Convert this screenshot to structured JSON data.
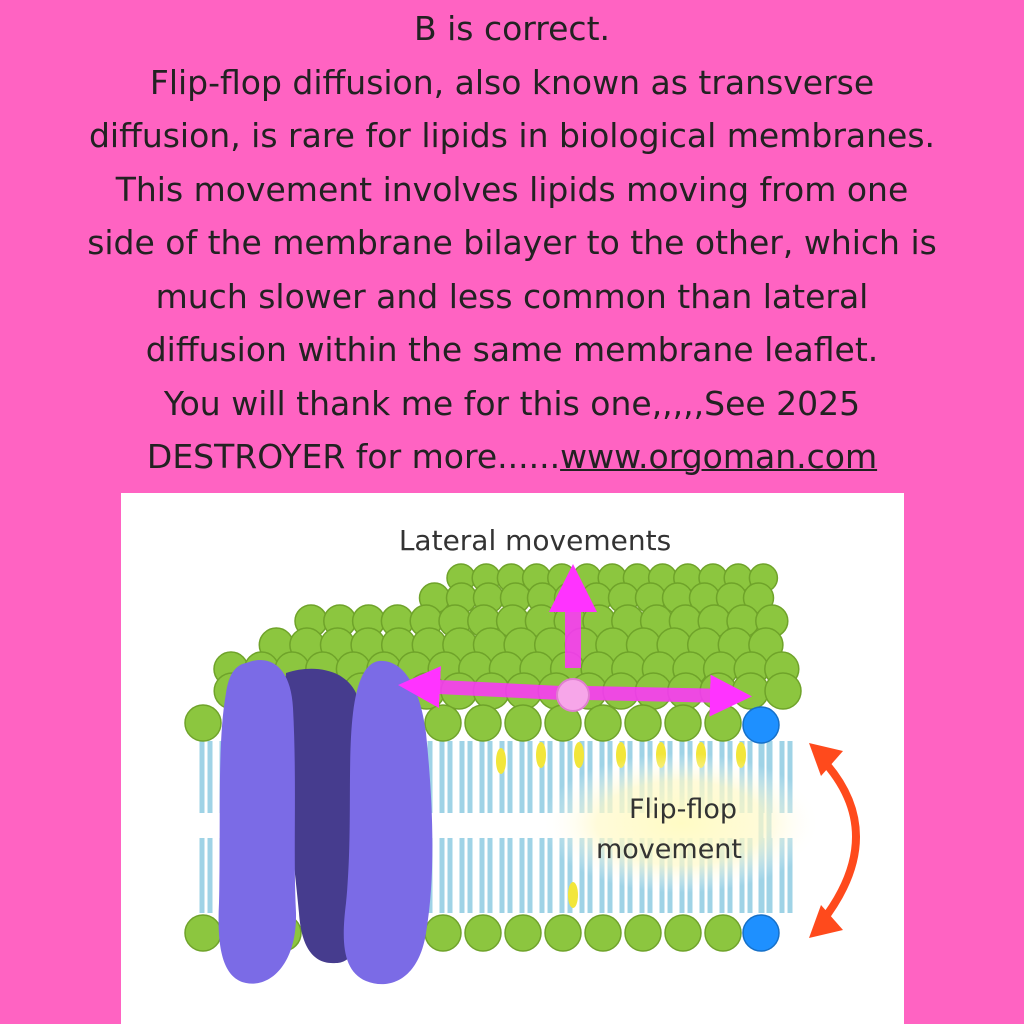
{
  "text": {
    "lines": [
      "B is correct.",
      "Flip-flop diffusion, also known as transverse",
      "diffusion, is rare for lipids in biological membranes.",
      "This movement involves lipids moving from one",
      "side of the membrane bilayer to the other, which is",
      "much slower and less common than lateral",
      "diffusion within the same membrane leaflet.",
      "You will thank me for this one,,,,,See 2025"
    ],
    "last_line_prefix": "DESTROYER for more......",
    "link_text": "www.orgoman.com"
  },
  "diagram": {
    "lateral_label": "Lateral movements",
    "flipflop_label_line1": "Flip-flop",
    "flipflop_label_line2": "movement",
    "colors": {
      "page_bg": "#ff63c2",
      "lipid_head": "#8cc63f",
      "lipid_tail": "#9fd3e6",
      "protein_light": "#7b6be6",
      "protein_dark": "#463c8e",
      "lateral_arrow": "#ff33ff",
      "flip_arrow": "#ff4a1c",
      "highlight_lipid": "#1e90ff"
    }
  }
}
